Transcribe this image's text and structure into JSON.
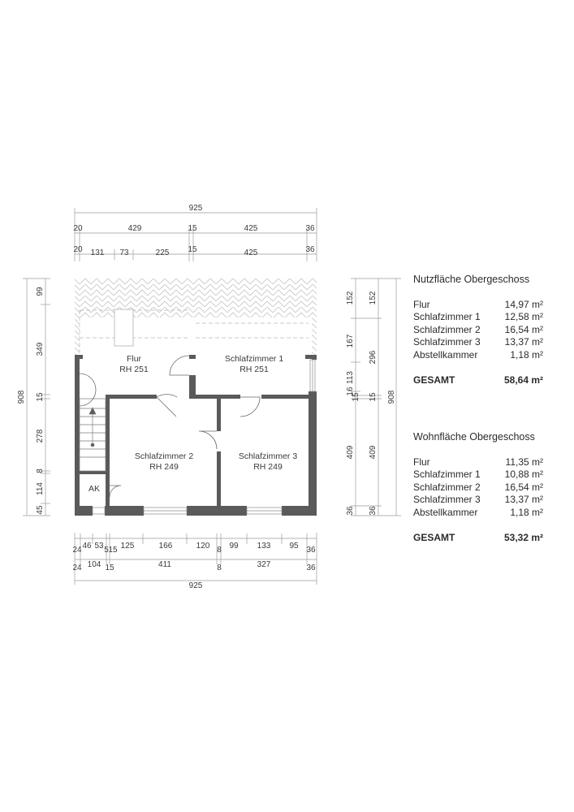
{
  "plan": {
    "rooms": [
      {
        "name": "Flur",
        "height": "RH 251"
      },
      {
        "name": "Schlafzimmer 1",
        "height": "RH 251"
      },
      {
        "name": "Schlafzimmer 2",
        "height": "RH 249"
      },
      {
        "name": "Schlafzimmer 3",
        "height": "RH 249"
      },
      {
        "name": "AK",
        "height": ""
      }
    ],
    "dims": {
      "top_total": "925",
      "top_row1": [
        "20",
        "429",
        "15",
        "425",
        "36"
      ],
      "top_row2": [
        "20",
        "131",
        "73",
        "225",
        "15",
        "425",
        "36"
      ],
      "bottom_row1": [
        "24",
        "46",
        "53",
        "5",
        "15",
        "125",
        "166",
        "120",
        "8",
        "99",
        "133",
        "95",
        "36"
      ],
      "bottom_row2": [
        "24",
        "104",
        "15",
        "411",
        "8",
        "327",
        "36"
      ],
      "bottom_total": "925",
      "left_total": "908",
      "left_chain": [
        "99",
        "349",
        "15",
        "278",
        "8",
        "114",
        "45"
      ],
      "right_total": "908",
      "right_inner": [
        "152",
        "167",
        "113",
        "16",
        "409",
        "36"
      ],
      "right_outer": [
        "152",
        "296",
        "15",
        "409",
        "36"
      ],
      "right_extra": "15"
    }
  },
  "nutzflaeche": {
    "title": "Nutzfläche Obergeschoss",
    "rows": [
      {
        "name": "Flur",
        "value": "14,97 m²"
      },
      {
        "name": "Schlafzimmer 1",
        "value": "12,58 m²"
      },
      {
        "name": "Schlafzimmer 2",
        "value": "16,54 m²"
      },
      {
        "name": "Schlafzimmer 3",
        "value": "13,37 m²"
      },
      {
        "name": "Abstellkammer",
        "value": "1,18 m²"
      }
    ],
    "total_label": "GESAMT",
    "total_value": "58,64 m²"
  },
  "wohnflaeche": {
    "title": "Wohnfläche Obergeschoss",
    "rows": [
      {
        "name": "Flur",
        "value": "11,35 m²"
      },
      {
        "name": "Schlafzimmer 1",
        "value": "10,88 m²"
      },
      {
        "name": "Schlafzimmer 2",
        "value": "16,54 m²"
      },
      {
        "name": "Schlafzimmer 3",
        "value": "13,37 m²"
      },
      {
        "name": "Abstellkammer",
        "value": "1,18 m²"
      }
    ],
    "total_label": "GESAMT",
    "total_value": "53,32 m²"
  },
  "colors": {
    "wall": "#5a5a5a",
    "line": "#9a9a9a",
    "hatch": "#c8c8c8",
    "text": "#3a3a3a"
  }
}
